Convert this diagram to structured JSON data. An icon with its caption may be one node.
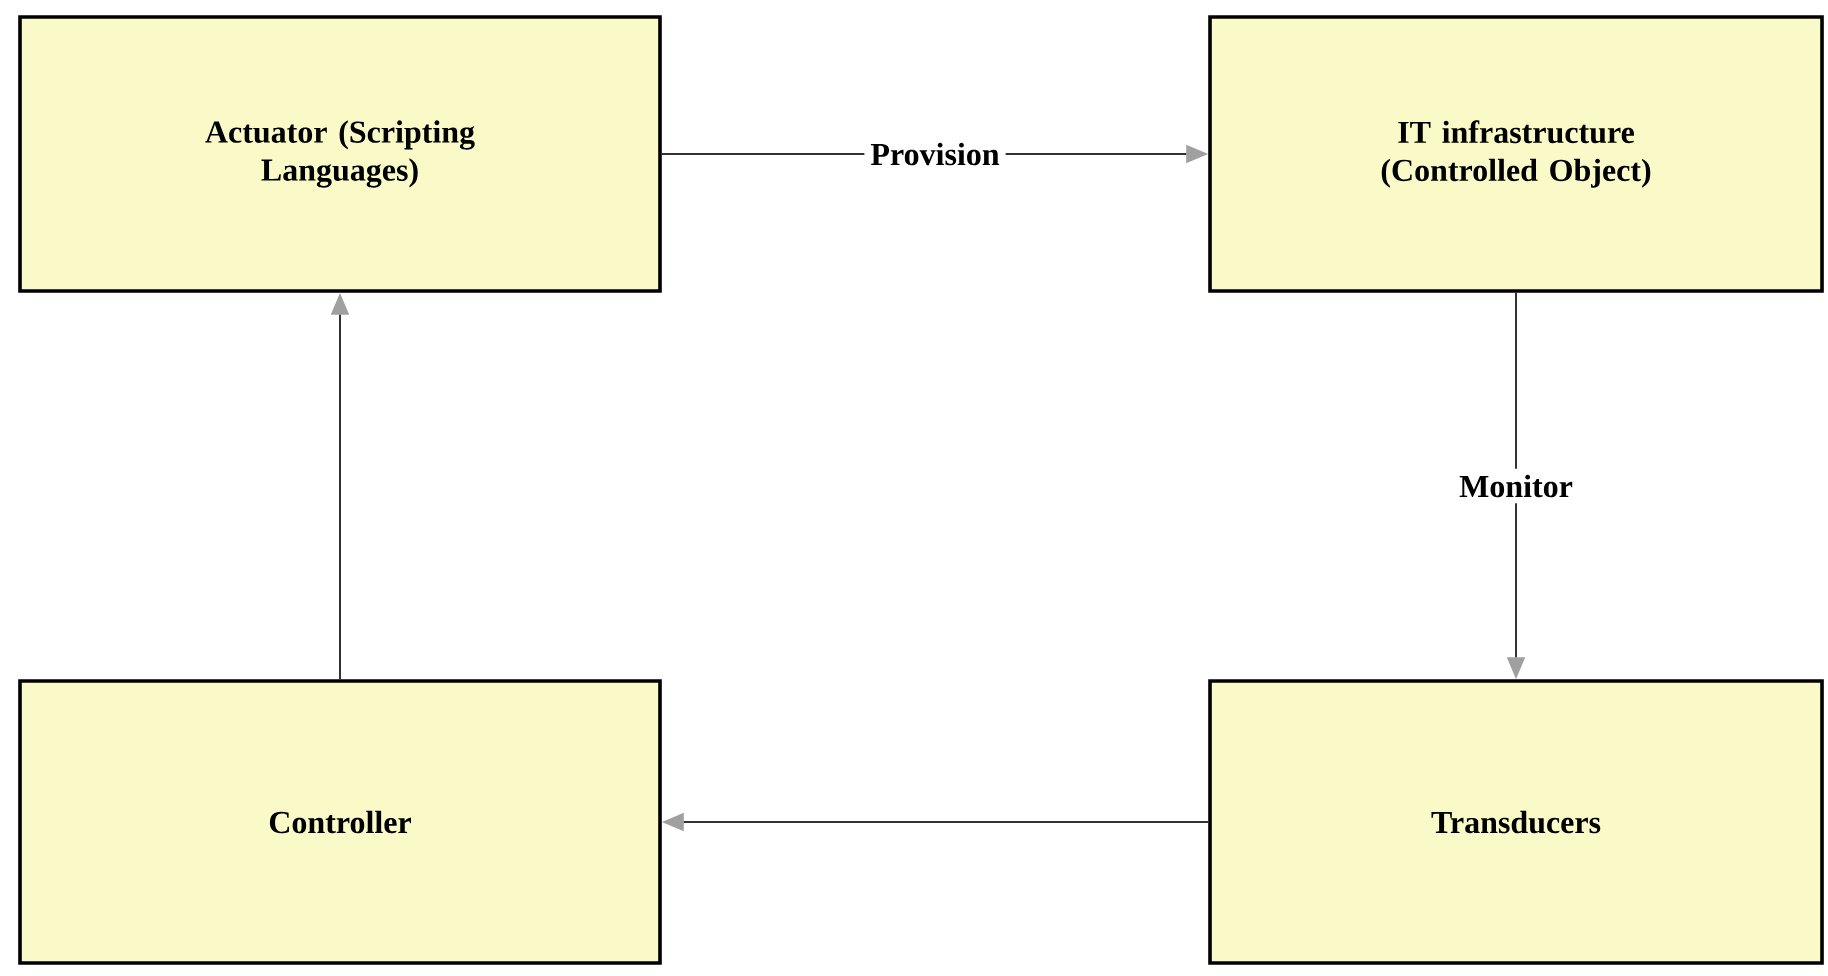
{
  "diagram": {
    "nodes": [
      {
        "text": [
          "Actuator (Scripting Languages)"
        ]
      },
      {
        "text": [
          "IT infrastructure (Controlled Object)"
        ]
      },
      {
        "text": [
          "Controller"
        ]
      },
      {
        "text": [
          "Transducers"
        ]
      }
    ],
    "edges": [
      {
        "from": 0,
        "to": 1,
        "arrow": "to",
        "label": "Provision"
      },
      {
        "from": 1,
        "to": 3,
        "arrow": "to",
        "label": "Monitor"
      },
      {
        "from": 3,
        "to": 2,
        "arrow": "to"
      },
      {
        "from": 2,
        "to": 0,
        "arrow": "to"
      }
    ]
  }
}
